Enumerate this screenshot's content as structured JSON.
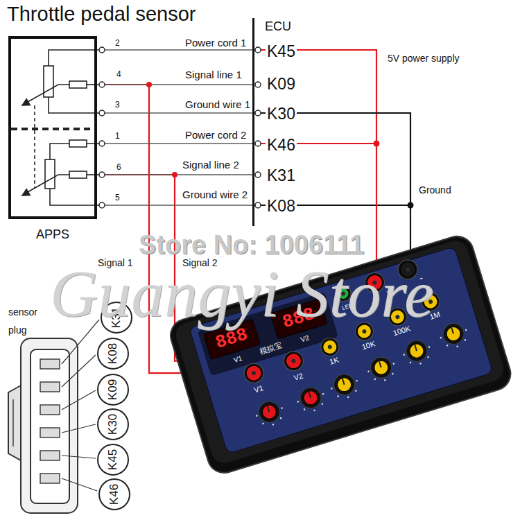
{
  "diagram": {
    "title": "Throttle pedal sensor",
    "nodes": [
      {
        "text": [
          "APPS"
        ]
      },
      {
        "text": [
          "ECU"
        ]
      },
      {
        "text": [
          "888",
          "888",
          "V1",
          "模拟宝",
          "V2",
          "LED",
          "+",
          "-",
          "V1",
          "V2",
          "1K",
          "10K",
          "100K",
          "1M"
        ]
      },
      {
        "text": [
          "K31"
        ]
      },
      {
        "text": [
          "K08"
        ]
      },
      {
        "text": [
          "K09"
        ]
      },
      {
        "text": [
          "K30"
        ]
      },
      {
        "text": [
          "K45"
        ]
      },
      {
        "text": [
          "K46"
        ]
      }
    ],
    "edges": [
      {
        "from": 0,
        "to": 1,
        "label": "Power cord 1",
        "arrow": "none"
      },
      {
        "from": 0,
        "to": 1,
        "label": "Signal line 1",
        "arrow": "none"
      },
      {
        "from": 0,
        "to": 1,
        "label": "Ground wire 1",
        "arrow": "none"
      },
      {
        "from": 0,
        "to": 1,
        "label": "Power cord 2",
        "arrow": "none"
      },
      {
        "from": 0,
        "to": 1,
        "label": "Signal line 2",
        "arrow": "none"
      },
      {
        "from": 0,
        "to": 1,
        "label": "Ground wire 2",
        "arrow": "none"
      },
      {
        "from": 1,
        "to": 2,
        "label": "5V power supply",
        "arrow": "none"
      },
      {
        "from": 1,
        "to": 2,
        "label": "Ground",
        "arrow": "none"
      },
      {
        "from": 0,
        "to": 2,
        "label": "Signal 1",
        "arrow": "none"
      },
      {
        "from": 0,
        "to": 2,
        "label": "Signal 2",
        "arrow": "none"
      }
    ],
    "labels": [
      "2",
      "4",
      "3",
      "1",
      "6",
      "5",
      "K45",
      "K09",
      "K30",
      "K46",
      "K31",
      "K08",
      "sensor",
      "plug",
      "Store No: 1006111",
      "Guangyi Store"
    ]
  }
}
